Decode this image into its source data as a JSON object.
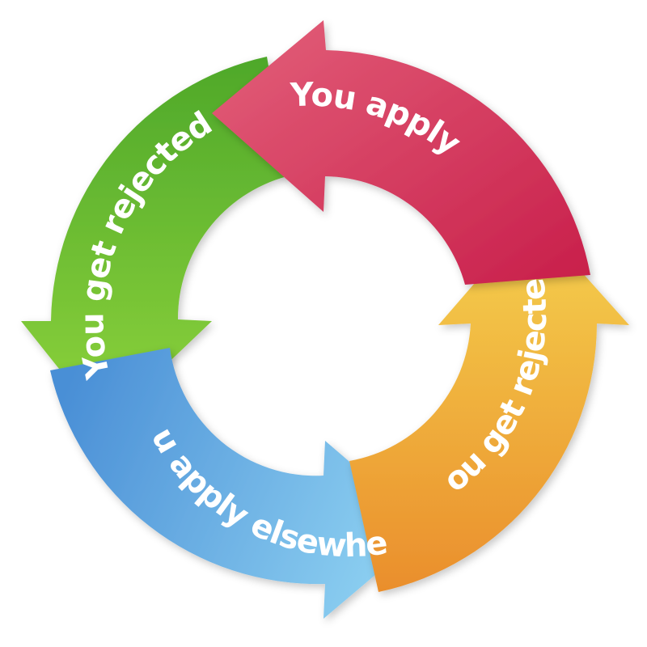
{
  "diagram": {
    "segments": [
      {
        "id": "apply",
        "label": "You apply",
        "color_light": "#e3607a",
        "color_dark": "#c81e4a"
      },
      {
        "id": "rejected-right",
        "label": "You get rejected",
        "color_light": "#f5d24e",
        "color_dark": "#ea8e2c"
      },
      {
        "id": "apply-elsewhere",
        "label": "You apply elsewhere",
        "color_light": "#8fd2f2",
        "color_dark": "#4a8fd6"
      },
      {
        "id": "rejected-left",
        "label": "You get rejected",
        "color_light": "#8ed33c",
        "color_dark": "#4ea82a"
      }
    ]
  }
}
